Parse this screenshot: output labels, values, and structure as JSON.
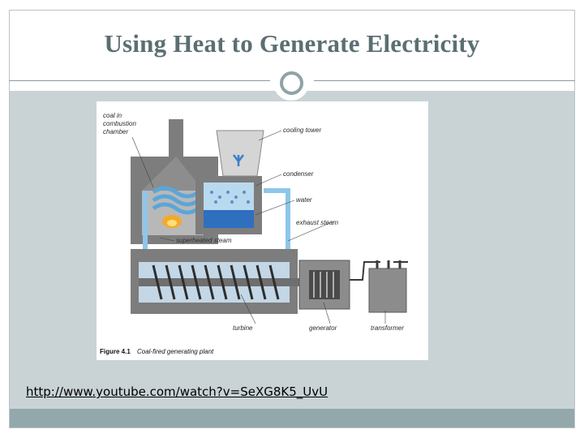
{
  "slide": {
    "title": "Using Heat to Generate Electricity",
    "link_text": "http://www.youtube.com/watch?v=SeXG8K5_UvU"
  },
  "figure": {
    "labels": {
      "coal_line1": "coal in",
      "coal_line2": "combustion",
      "coal_line3": "chamber",
      "cooling_tower": "cooling tower",
      "condenser": "condenser",
      "water": "water",
      "exhaust_steam": "exhaust steam",
      "superheated_steam": "superheated steam",
      "turbine": "turbine",
      "generator": "generator",
      "transformer": "transformer"
    },
    "caption_number": "Figure 4.1",
    "caption_text": "Coal-fired generating plant"
  },
  "colors": {
    "title": "#5b6f73",
    "content_band": "#c9d3d6",
    "footer_band": "#93a8ab",
    "ring": "#8fa3a6",
    "water_blue": "#2f6fc0",
    "steam_light": "#a9d6f2"
  }
}
